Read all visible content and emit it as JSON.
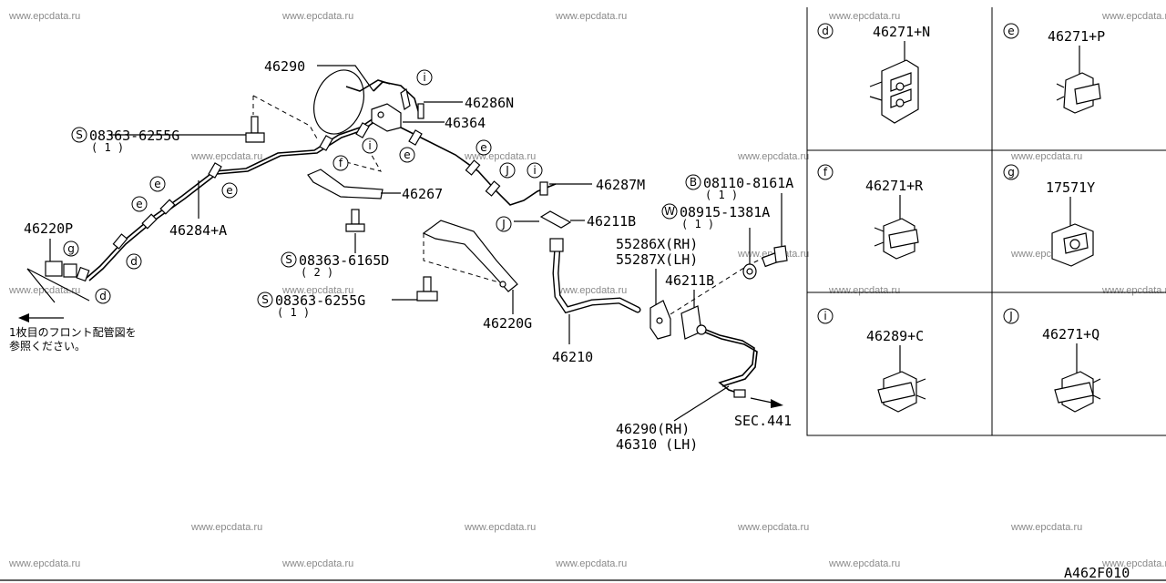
{
  "watermark": "www.epcdata.ru",
  "diagram_code": "A462F010",
  "parts": {
    "p46290_top": "46290",
    "p46286N": "46286N",
    "p46364": "46364",
    "s08363_6255G_top": "08363-6255G",
    "s08363_6255G_top_qty": "( 1 )",
    "p46267": "46267",
    "p46284A": "46284+A",
    "p46220P": "46220P",
    "s08363_6165D": "08363-6165D",
    "s08363_6165D_qty": "( 2 )",
    "s08363_6255G_bot": "08363-6255G",
    "s08363_6255G_bot_qty": "( 1 )",
    "p46220G": "46220G",
    "p46287M": "46287M",
    "p46211B_top": "46211B",
    "p46211B_bot": "46211B",
    "b08110_8161A": "08110-8161A",
    "b08110_8161A_qty": "( 1 )",
    "w08915_1381A": "08915-1381A",
    "w08915_1381A_qty": "( 1 )",
    "p55286X": "55286X(RH)",
    "p55287X": "55287X(LH)",
    "p46210": "46210",
    "p46290_rh": "46290(RH)",
    "p46310_lh": "46310 (LH)",
    "sec441": "SEC.441"
  },
  "markers": {
    "S": "S",
    "B": "B",
    "W": "W",
    "d": "d",
    "e": "e",
    "f": "f",
    "g": "g",
    "i": "i",
    "j": "J"
  },
  "note": {
    "line1": "1枚目のフロント配管図を",
    "line2": "参照ください。"
  },
  "clips": {
    "d": {
      "marker": "d",
      "part": "46271+N"
    },
    "e": {
      "marker": "e",
      "part": "46271+P"
    },
    "f": {
      "marker": "f",
      "part": "46271+R"
    },
    "g": {
      "marker": "g",
      "part": "17571Y"
    },
    "i": {
      "marker": "i",
      "part": "46289+C"
    },
    "j": {
      "marker": "J",
      "part": "46271+Q"
    }
  }
}
